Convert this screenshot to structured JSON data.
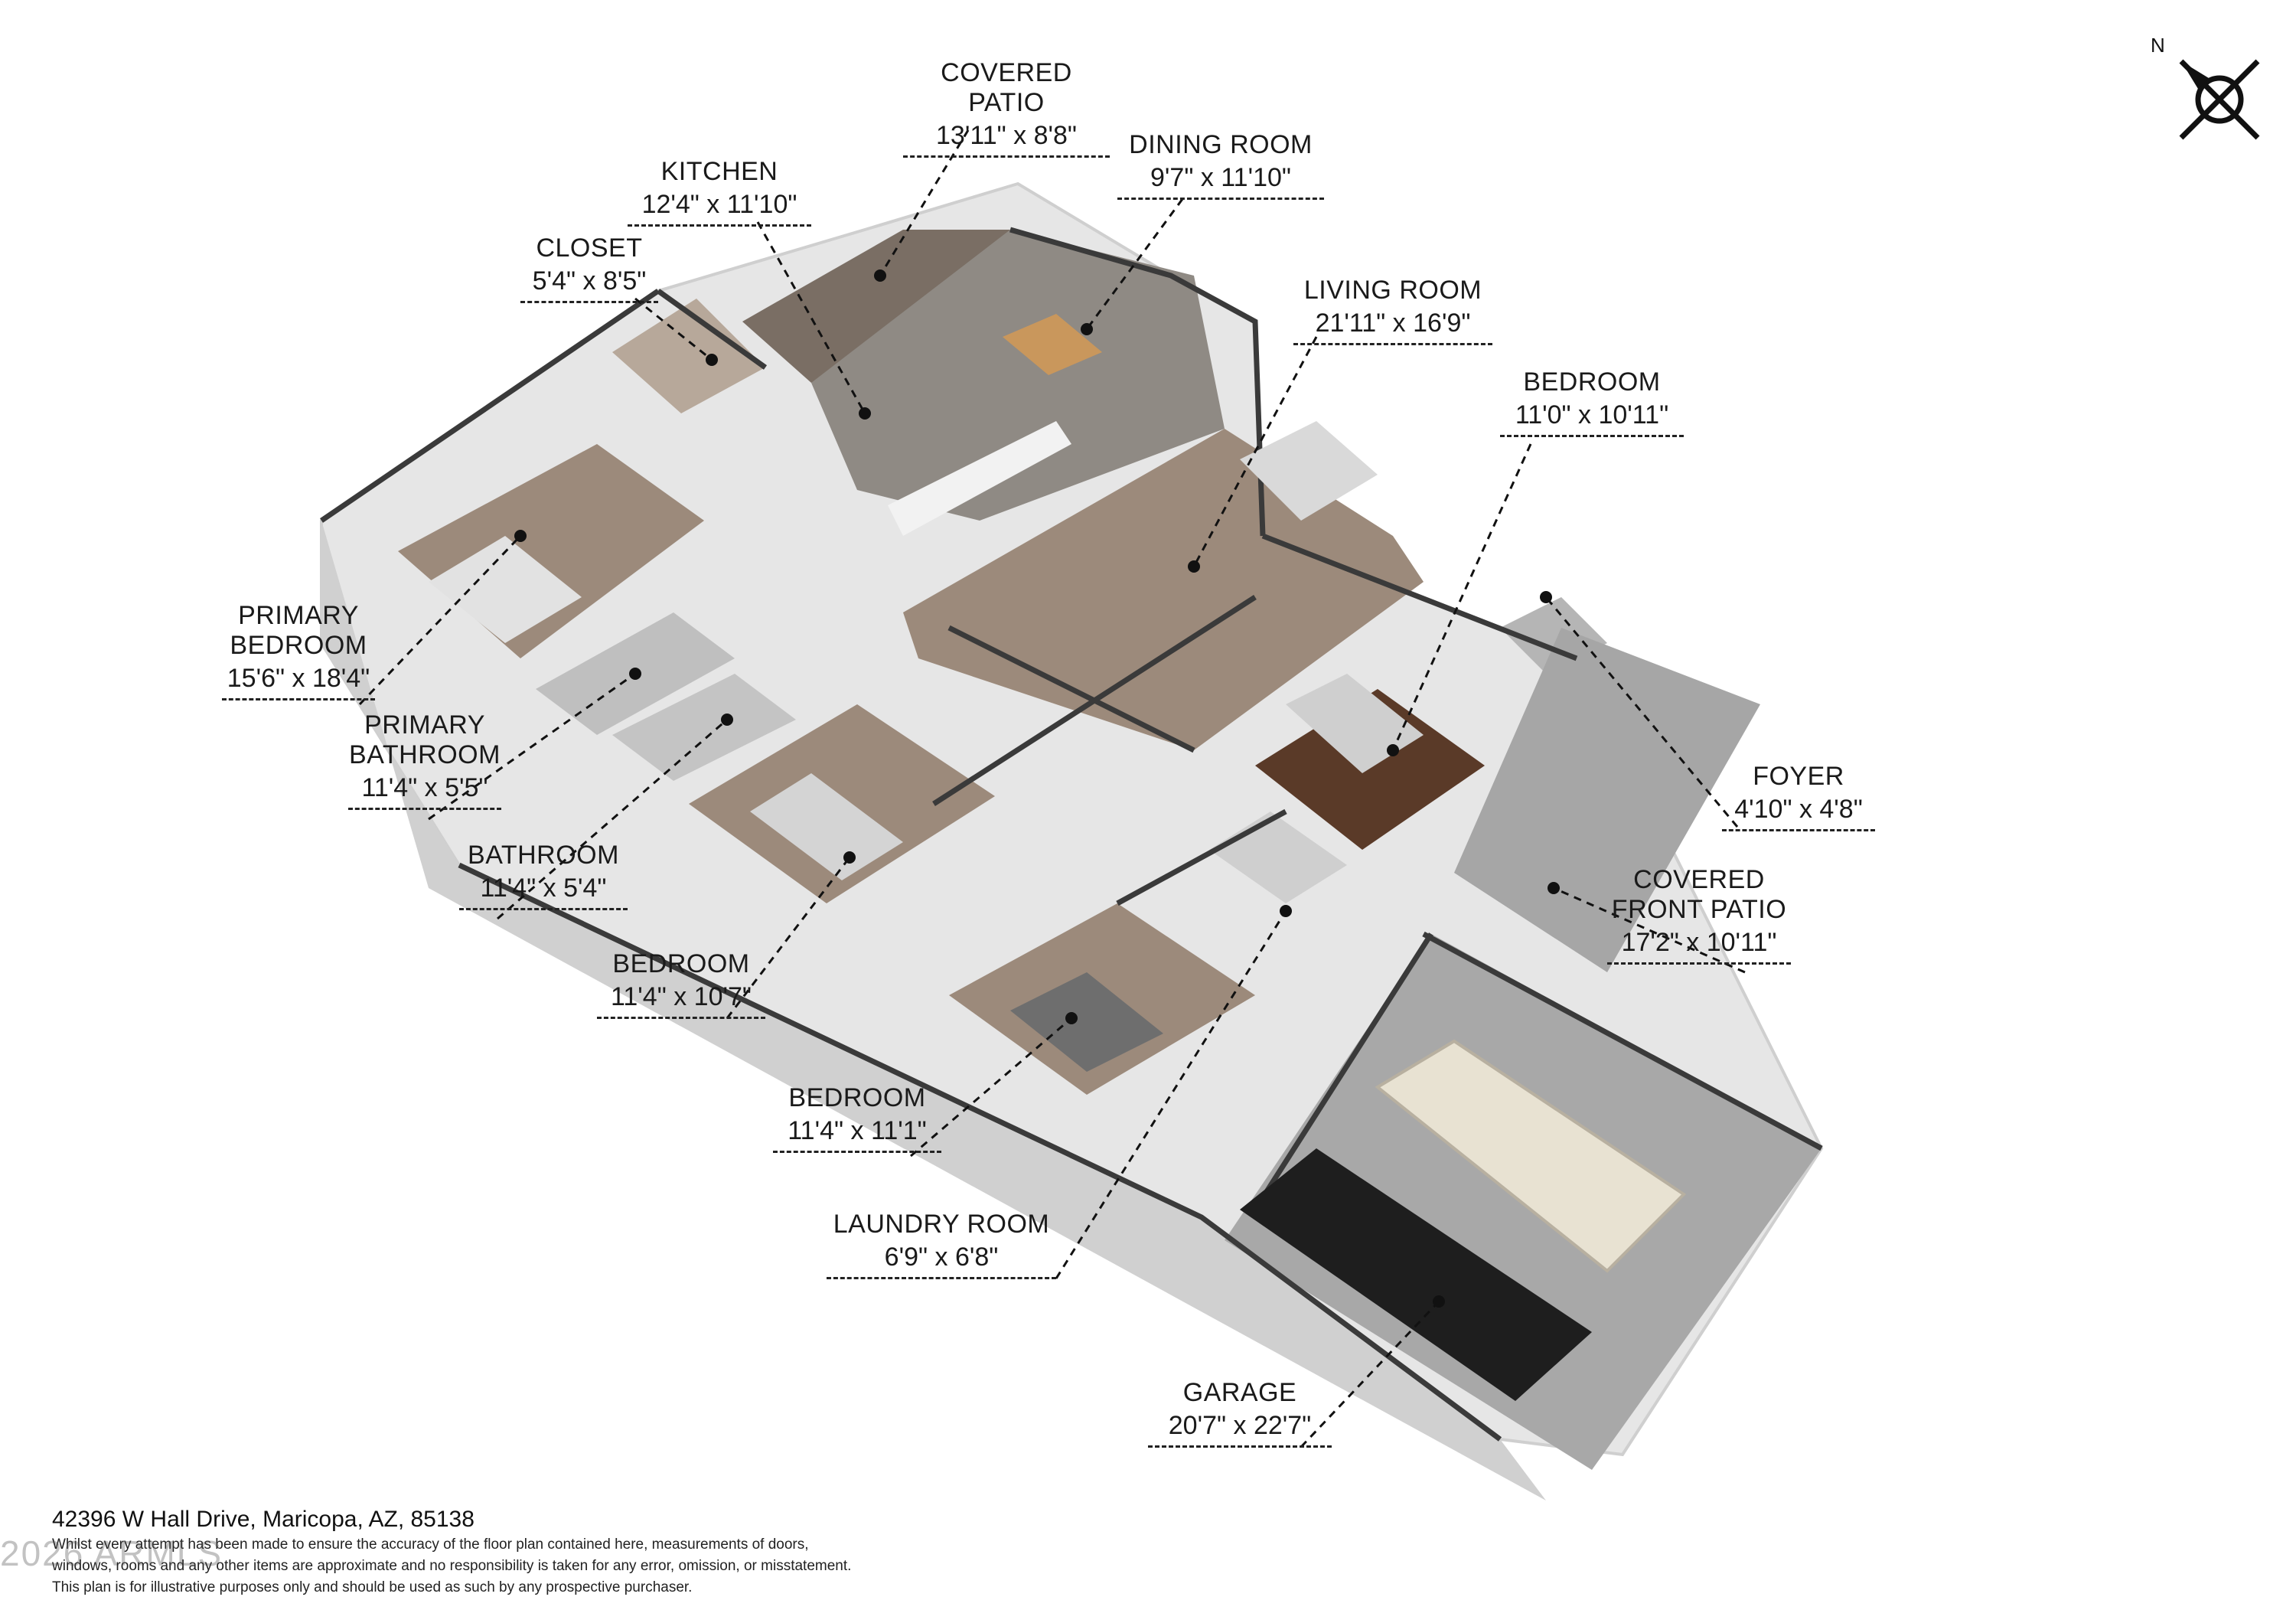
{
  "compass": {
    "label": "N",
    "icon": "north-compass-icon"
  },
  "rooms": [
    {
      "id": "covered-patio",
      "name": "COVERED PATIO",
      "dims": "13'11\" x 8'8\""
    },
    {
      "id": "dining-room",
      "name": "DINING ROOM",
      "dims": "9'7\" x 11'10\""
    },
    {
      "id": "kitchen",
      "name": "KITCHEN",
      "dims": "12'4\" x 11'10\""
    },
    {
      "id": "closet",
      "name": "CLOSET",
      "dims": "5'4\" x 8'5\""
    },
    {
      "id": "living-room",
      "name": "LIVING ROOM",
      "dims": "21'11\" x 16'9\""
    },
    {
      "id": "bedroom-east",
      "name": "BEDROOM",
      "dims": "11'0\" x 10'11\""
    },
    {
      "id": "primary-bedroom",
      "name": "PRIMARY BEDROOM",
      "dims": "15'6\" x 18'4\""
    },
    {
      "id": "primary-bathroom",
      "name": "PRIMARY BATHROOM",
      "dims": "11'4\" x 5'5\""
    },
    {
      "id": "bathroom",
      "name": "BATHROOM",
      "dims": "11'4\" x 5'4\""
    },
    {
      "id": "bedroom-middle",
      "name": "BEDROOM",
      "dims": "11'4\" x 10'7\""
    },
    {
      "id": "bedroom-south",
      "name": "BEDROOM",
      "dims": "11'4\" x 11'1\""
    },
    {
      "id": "laundry-room",
      "name": "LAUNDRY ROOM",
      "dims": "6'9\" x 6'8\""
    },
    {
      "id": "foyer",
      "name": "FOYER",
      "dims": "4'10\" x 4'8\""
    },
    {
      "id": "covered-front-patio",
      "name": "COVERED FRONT PATIO",
      "dims": "17'2\" x 10'11\""
    },
    {
      "id": "garage",
      "name": "GARAGE",
      "dims": "20'7\" x 22'7\""
    }
  ],
  "footer": {
    "address": "42396 W Hall Drive, Maricopa, AZ, 85138",
    "disclaimer_1": "Whilst every attempt has been made to ensure the accuracy of the floor plan contained here, measurements of doors,",
    "disclaimer_2": "windows, rooms and any other items are approximate and no responsibility is taken for any error, omission, or misstatement.",
    "disclaimer_3": "This plan is for illustrative purposes only and should be used as such by any prospective purchaser."
  },
  "watermark": "2026 ARMLS",
  "colors": {
    "wall": "#ebebeb",
    "wall_top": "#3a3a3a",
    "carpet": "#9c8a7b",
    "tile": "#8f8a84",
    "garage_floor": "#a8a8a8",
    "wood": "#5a3a28"
  }
}
